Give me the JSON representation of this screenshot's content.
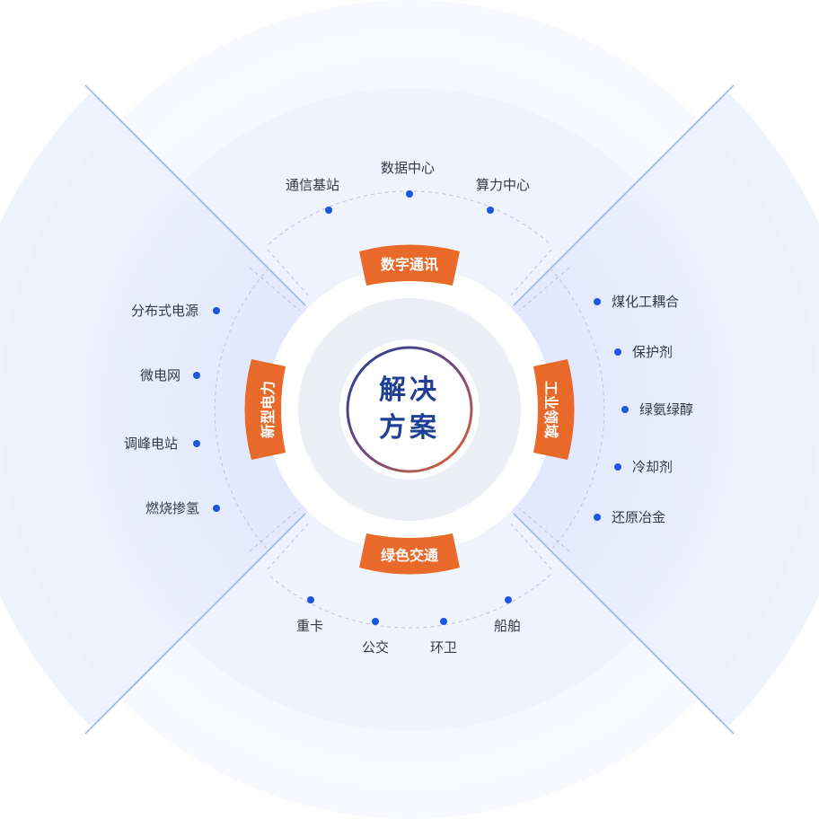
{
  "center": {
    "line1": "解决",
    "line2": "方案"
  },
  "sectors": {
    "top": {
      "title": "数字通讯",
      "items": [
        "通信基站",
        "数据中心",
        "算力中心"
      ]
    },
    "right": {
      "title": "工业领域",
      "items": [
        "煤化工耦合",
        "保护剂",
        "绿氨绿醇",
        "冷却剂",
        "还原冶金"
      ]
    },
    "bottom": {
      "title": "绿色交通",
      "items": [
        "重卡",
        "公交",
        "环卫",
        "船舶"
      ]
    },
    "left": {
      "title": "新型电力",
      "items": [
        "分布式电源",
        "微电网",
        "调峰电站",
        "燃烧掺氢"
      ]
    }
  },
  "colors": {
    "accent": "#e8692a",
    "dot": "#1a56e0",
    "title": "#1f3f95",
    "divider": "#8fb0f0"
  }
}
